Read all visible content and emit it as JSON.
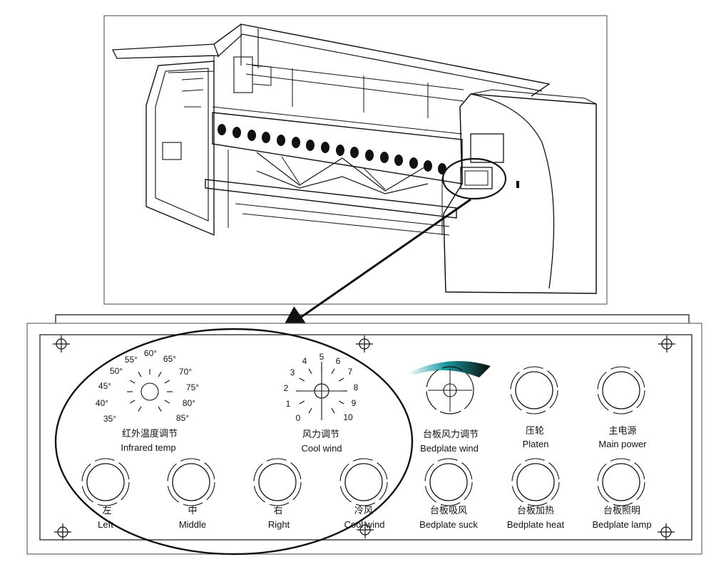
{
  "infrared_dial": {
    "ticks": [
      "35°",
      "40°",
      "45°",
      "50°",
      "55°",
      "60°",
      "65°",
      "70°",
      "75°",
      "80°",
      "85°"
    ],
    "label_zh": "红外温度调节",
    "label_en": "Infrared temp"
  },
  "wind_dial": {
    "ticks": [
      "0",
      "1",
      "2",
      "3",
      "4",
      "5",
      "6",
      "7",
      "8",
      "9",
      "10"
    ],
    "label_zh": "风力调节",
    "label_en": "Cool wind"
  },
  "bedplate_wind": {
    "label_zh": "台板风力调节",
    "label_en": "Bedplate wind"
  },
  "top_buttons": [
    {
      "label_zh": "压轮",
      "label_en": "Platen"
    },
    {
      "label_zh": "主电源",
      "label_en": "Main power"
    }
  ],
  "bottom_buttons": [
    {
      "label_zh": "左",
      "label_en": "Left"
    },
    {
      "label_zh": "中",
      "label_en": "Middle"
    },
    {
      "label_zh": "右",
      "label_en": "Right"
    },
    {
      "label_zh": "冷风",
      "label_en": "Cool wind"
    },
    {
      "label_zh": "台板吸风",
      "label_en": "Bedplate suck"
    },
    {
      "label_zh": "台板加热",
      "label_en": "Bedplate heat"
    },
    {
      "label_zh": "台板照明",
      "label_en": "Bedplate lamp"
    }
  ],
  "colors": {
    "ink": "#111111",
    "accent_arc": "#0a0a0a",
    "arc_highlight": "#1a9aa0"
  }
}
